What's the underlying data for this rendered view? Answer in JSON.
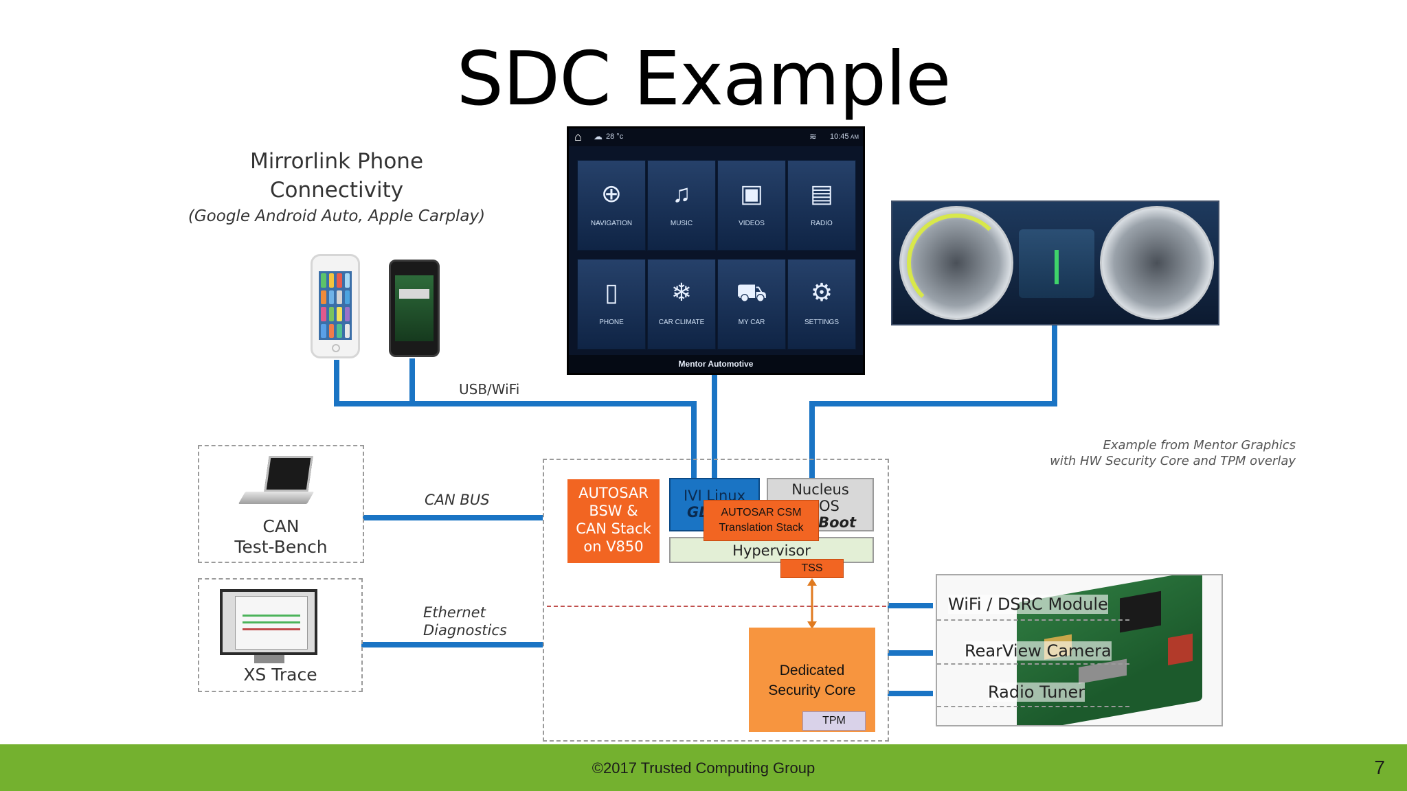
{
  "slide": {
    "title": "SDC Example",
    "page_number": "7",
    "copyright": "©2017 Trusted Computing Group"
  },
  "mirrorlink": {
    "line1": "Mirrorlink Phone",
    "line2": "Connectivity",
    "line3": "(Google Android Auto, Apple Carplay)"
  },
  "ivi_screen": {
    "temperature": "28 °c",
    "time": "10:45",
    "ampm": "AM",
    "brand": "Mentor Automotive",
    "tiles": [
      {
        "label": "NAVIGATION",
        "icon": "compass-icon"
      },
      {
        "label": "MUSIC",
        "icon": "music-note-icon"
      },
      {
        "label": "VIDEOS",
        "icon": "video-camera-icon"
      },
      {
        "label": "RADIO",
        "icon": "radio-icon"
      },
      {
        "label": "PHONE",
        "icon": "phone-icon"
      },
      {
        "label": "CAR CLIMATE",
        "icon": "snowflake-icon"
      },
      {
        "label": "MY CAR",
        "icon": "car-icon"
      },
      {
        "label": "SETTINGS",
        "icon": "gear-icon"
      }
    ]
  },
  "connections": {
    "usb_wifi": "USB/WiFi",
    "can_bus": "CAN BUS",
    "ethernet_line1": "Ethernet",
    "ethernet_line2": "Diagnostics"
  },
  "can_bench": {
    "line1": "CAN",
    "line2": "Test-Bench"
  },
  "xs_trace": {
    "label": "XS Trace"
  },
  "attribution": {
    "line1": "Example from Mentor Graphics",
    "line2": "with HW Security Core and TPM overlay"
  },
  "autosar_bsw": {
    "line1": "AUTOSAR",
    "line2": "BSW &",
    "line3": "CAN Stack",
    "line4": "on V850"
  },
  "ivi_linux": {
    "line1": "IVI Linux",
    "line2": "GL"
  },
  "nucleus": {
    "line1": "Nucleus",
    "line2": "RTOS",
    "line3": "Boot"
  },
  "autosar_csm": {
    "line1": "AUTOSAR CSM",
    "line2": "Translation Stack"
  },
  "hypervisor": {
    "label": "Hypervisor"
  },
  "tss": {
    "label": "TSS"
  },
  "security_core": {
    "line1": "Dedicated",
    "line2": "Security Core"
  },
  "tpm": {
    "label": "TPM"
  },
  "modules": {
    "wifi": "WiFi / DSRC Module",
    "camera": "RearView Camera",
    "radio": "Radio Tuner"
  },
  "colors": {
    "wire": "#1a74c4",
    "orange_box": "#f26522",
    "security_core": "#f7953f",
    "footer": "#74b12f"
  }
}
